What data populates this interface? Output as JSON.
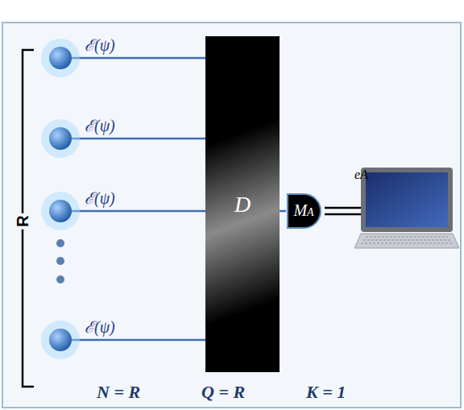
{
  "diagram": {
    "nodes": [
      {
        "text": [
          "ℰ(ψ)"
        ]
      },
      {
        "text": [
          "ℰ(ψ)"
        ]
      },
      {
        "text": [
          "ℰ(ψ)"
        ]
      },
      {
        "text": [
          "ℰ(ψ)"
        ]
      },
      {
        "text": [
          "D"
        ]
      },
      {
        "text": [
          "MA"
        ]
      },
      {
        "text": [
          "eA"
        ]
      }
    ],
    "edges": [
      {
        "from": 0,
        "to": 4,
        "arrow": "none"
      },
      {
        "from": 1,
        "to": 4,
        "arrow": "none"
      },
      {
        "from": 2,
        "to": 4,
        "arrow": "none"
      },
      {
        "from": 3,
        "to": 4,
        "arrow": "none"
      },
      {
        "from": 4,
        "to": 5,
        "arrow": "none"
      },
      {
        "from": 5,
        "to": 6,
        "arrow": "none"
      }
    ],
    "labels": [
      "R",
      "N = R",
      "Q = R",
      "K = 1"
    ]
  }
}
